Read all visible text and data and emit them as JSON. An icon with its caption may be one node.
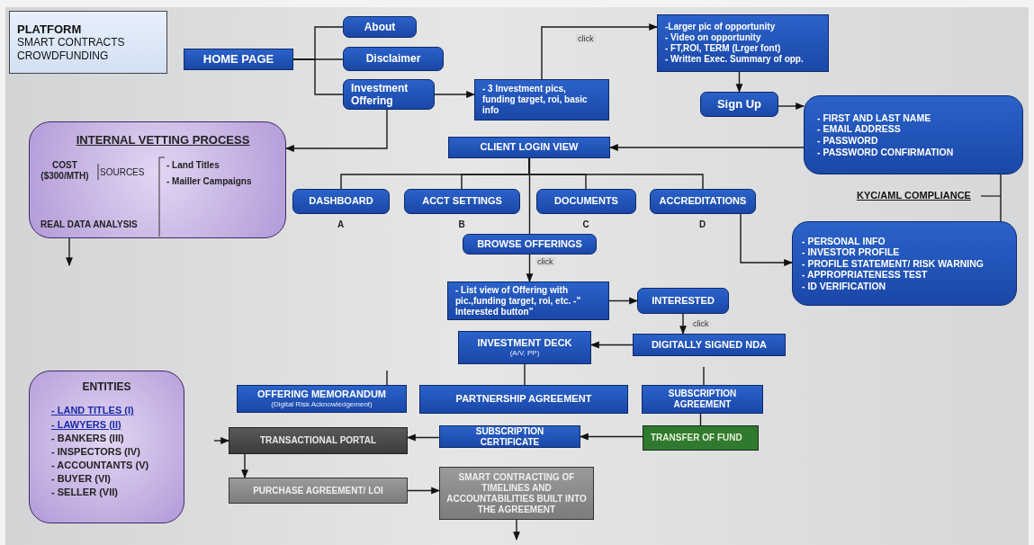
{
  "diagram": {
    "nodes": [
      {
        "text": [
          "PLATFORM",
          "SMART CONTRACTS",
          "CROWDFUNDING"
        ]
      },
      {
        "text": [
          "HOME PAGE"
        ]
      },
      {
        "text": [
          "About"
        ]
      },
      {
        "text": [
          "Disclaimer"
        ]
      },
      {
        "text": [
          "Investment Offering"
        ]
      },
      {
        "text": [
          "- 3 Investment pics, funding target, roi, basic info"
        ]
      },
      {
        "text": [
          "-Larger pic of opportunity",
          "- Video on opportunity",
          "- FT,ROI, TERM (Lrger font)",
          "- Written Exec. Summary of opp."
        ]
      },
      {
        "text": [
          "Sign Up"
        ]
      },
      {
        "text": [
          "- FIRST AND LAST NAME",
          "- EMAIL ADDRESS",
          "- PASSWORD",
          "- PASSWORD CONFIRMATION"
        ]
      },
      {
        "text": [
          "CLIENT LOGIN VIEW"
        ]
      },
      {
        "text": [
          "INTERNAL VETTING PROCESS",
          "COST ($300/MTH)",
          "SOURCES",
          "- Land Titles",
          "- Mailler Campaigns",
          "REAL DATA ANALYSIS"
        ]
      },
      {
        "text": [
          "DASHBOARD"
        ],
        "beside": [
          "A"
        ]
      },
      {
        "text": [
          "ACCT SETTINGS"
        ],
        "beside": [
          "B"
        ]
      },
      {
        "text": [
          "DOCUMENTS"
        ],
        "beside": [
          "C"
        ]
      },
      {
        "text": [
          "ACCREDITATIONS"
        ],
        "beside": [
          "D"
        ]
      },
      {
        "text": [
          "BROWSE OFFERINGS"
        ]
      },
      {
        "text": [
          "- PERSONAL INFO",
          "- INVESTOR PROFILE",
          "- PROFILE STATEMENT/ RISK WARNING",
          "- APPROPRIATENESS TEST",
          "- ID VERIFICATION"
        ]
      },
      {
        "text": [
          "- List view of Offering with pic.,funding target, roi, etc. -\" Interested button\""
        ]
      },
      {
        "text": [
          "INTERESTED"
        ]
      },
      {
        "text": [
          "INVESTMENT DECK",
          "(A/V, PP)"
        ]
      },
      {
        "text": [
          "DIGITALLY SIGNED NDA"
        ]
      },
      {
        "text": [
          "OFFERING MEMORANDUM",
          "(Digital Risk Acknowledgement)"
        ]
      },
      {
        "text": [
          "PARTNERSHIP AGREEMENT"
        ]
      },
      {
        "text": [
          "SUBSCRIPTION AGREEMENT"
        ]
      },
      {
        "text": [
          "SUBSCRIPTION CERTIFICATE"
        ]
      },
      {
        "text": [
          "TRANSFER OF FUND"
        ]
      },
      {
        "text": [
          "TRANSACTIONAL PORTAL"
        ]
      },
      {
        "text": [
          "ENTITIES",
          "- LAND TITLES (I)",
          "- LAWYERS (II)",
          "- BANKERS (III)",
          "- INSPECTORS (IV)",
          "- ACCOUNTANTS (V)",
          "- BUYER (VI)",
          "- SELLER (VII)"
        ]
      },
      {
        "text": [
          "PURCHASE AGREEMENT/ LOI"
        ]
      },
      {
        "text": [
          "SMART CONTRACTING OF TIMELINES AND ACCOUNTABILITIES BUILT INTO THE AGREEMENT"
        ]
      }
    ],
    "edges": [
      {
        "from": 1,
        "to": 2,
        "arrow": "none"
      },
      {
        "from": 1,
        "to": 3,
        "arrow": "none"
      },
      {
        "from": 1,
        "to": 4,
        "arrow": "none"
      },
      {
        "from": 4,
        "to": 5,
        "arrow": "to"
      },
      {
        "from": 5,
        "to": 6,
        "arrow": "to",
        "label": "click"
      },
      {
        "from": 6,
        "to": 7,
        "arrow": "to"
      },
      {
        "from": 7,
        "to": 8,
        "arrow": "to"
      },
      {
        "from": 8,
        "to": 9,
        "arrow": "to"
      },
      {
        "from": 4,
        "to": 10,
        "arrow": "to"
      },
      {
        "from": 9,
        "to": 11,
        "arrow": "none"
      },
      {
        "from": 9,
        "to": 12,
        "arrow": "none"
      },
      {
        "from": 9,
        "to": 13,
        "arrow": "none"
      },
      {
        "from": 9,
        "to": 14,
        "arrow": "none"
      },
      {
        "from": 9,
        "to": 15,
        "arrow": "none"
      },
      {
        "from": 14,
        "to": 16,
        "arrow": "to"
      },
      {
        "from": 8,
        "to": 16,
        "arrow": "none",
        "label": "KYC/AML COMPLIANCE"
      },
      {
        "from": 10,
        "to": null,
        "arrow": "to"
      },
      {
        "from": 15,
        "to": 17,
        "arrow": "to",
        "label": "click"
      },
      {
        "from": 17,
        "to": 18,
        "arrow": "to"
      },
      {
        "from": 18,
        "to": 20,
        "arrow": "to",
        "label": "click"
      },
      {
        "from": 20,
        "to": 19,
        "arrow": "to"
      },
      {
        "from": 19,
        "to": 22,
        "arrow": "none"
      },
      {
        "from": 23,
        "to": 25,
        "arrow": "none"
      },
      {
        "from": 25,
        "to": 24,
        "arrow": "to"
      },
      {
        "from": 24,
        "to": 26,
        "arrow": "to"
      },
      {
        "from": null,
        "to": 26,
        "arrow": "to"
      },
      {
        "from": 26,
        "to": 28,
        "arrow": "to"
      },
      {
        "from": 28,
        "to": 29,
        "arrow": "to"
      },
      {
        "from": 29,
        "to": null,
        "arrow": "to"
      }
    ]
  }
}
